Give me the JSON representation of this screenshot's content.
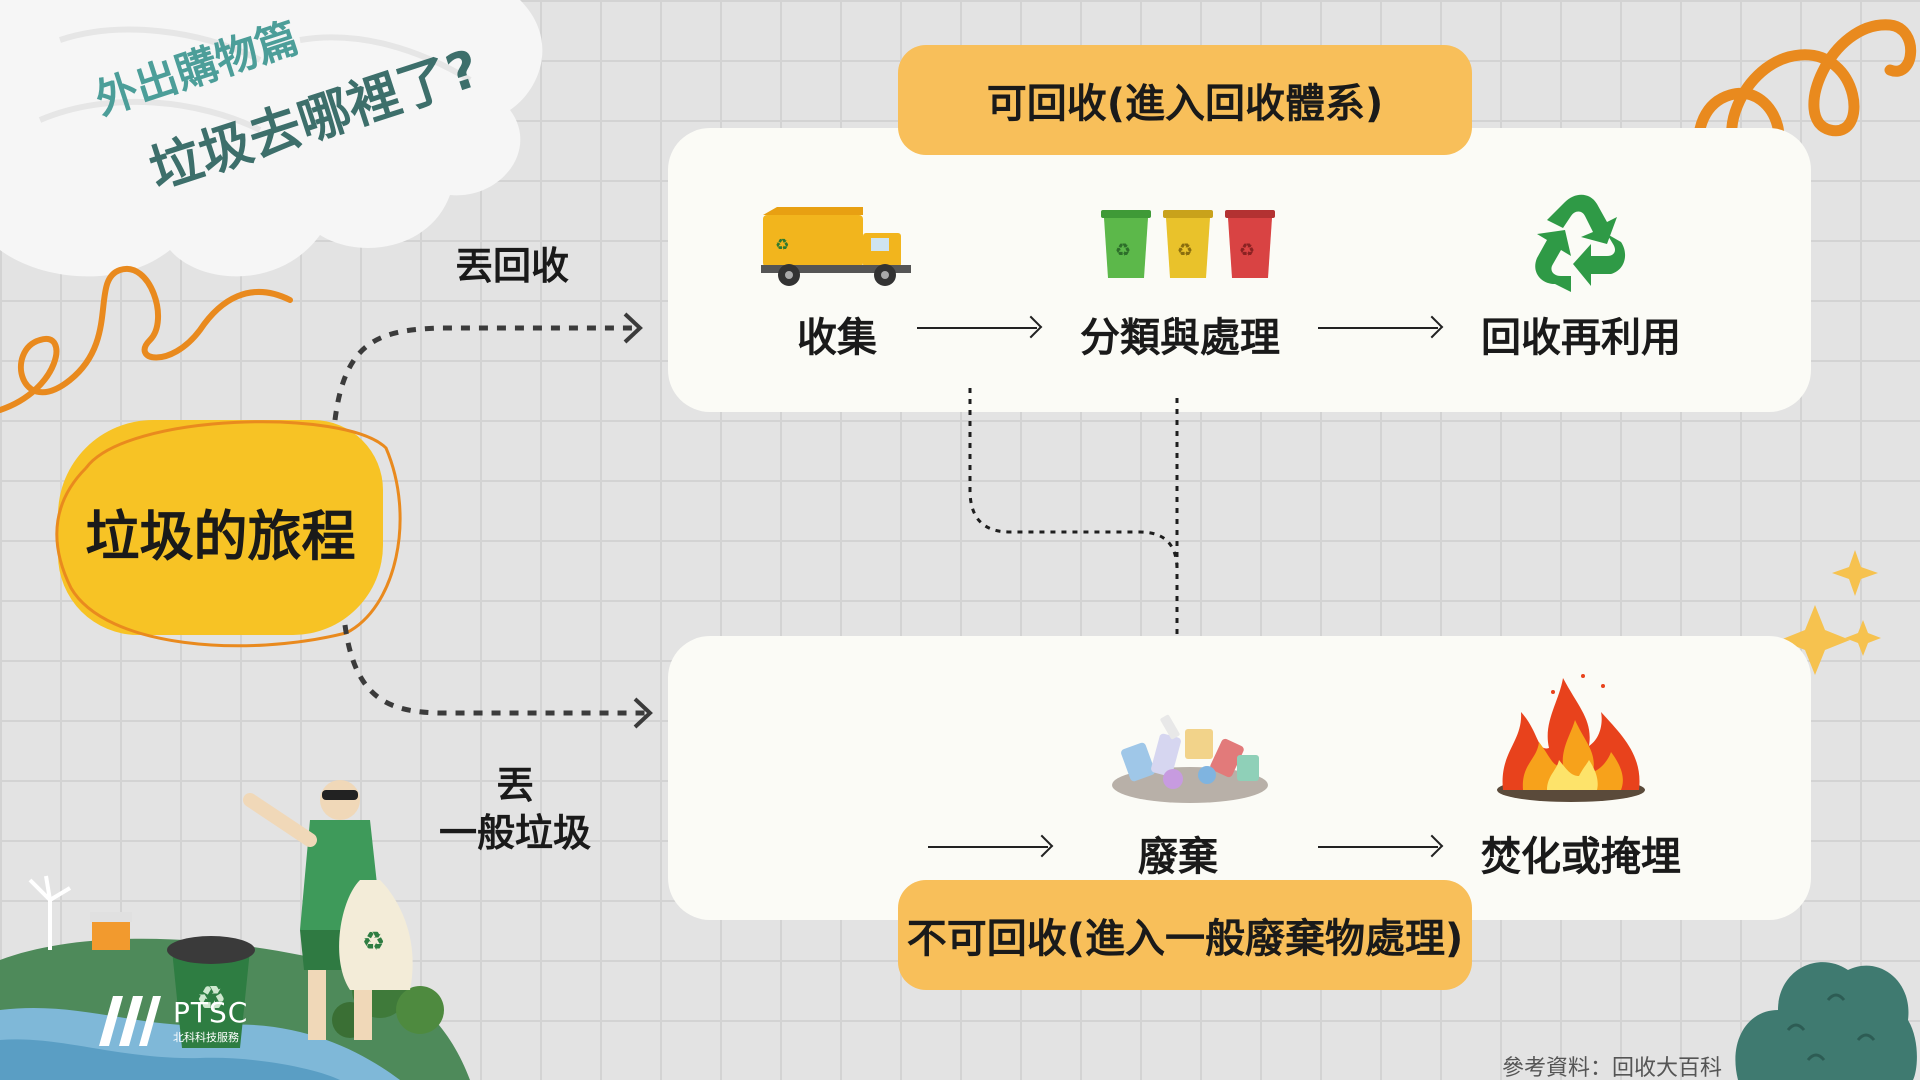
{
  "corner_title": {
    "line1": "外出購物篇",
    "line2": "垃圾去哪裡了?"
  },
  "center_bubble": {
    "text": "垃圾的旅程"
  },
  "branches": {
    "recycle_label": "丟回收",
    "general_label_line1": "丟",
    "general_label_line2": "一般垃圾"
  },
  "recyclable_panel": {
    "title": "可回收(進入回收體系)",
    "steps": [
      "收集",
      "分類與處理",
      "回收再利用"
    ]
  },
  "non_recyclable_panel": {
    "title": "不可回收(進入一般廢棄物處理)",
    "steps": [
      "廢棄",
      "焚化或掩埋"
    ]
  },
  "logo": {
    "name": "PTSC",
    "subtitle": "北科科技服務"
  },
  "source_note": "參考資料：回收大百科",
  "colors": {
    "pill_orange": "#f8bf5a",
    "bubble_yellow": "#f7c325",
    "swirl_orange": "#e98a1e",
    "title_teal": "#3f8c89",
    "bin_green": "#5cb84a",
    "bin_yellow": "#e9c22b",
    "bin_red": "#d94343"
  }
}
